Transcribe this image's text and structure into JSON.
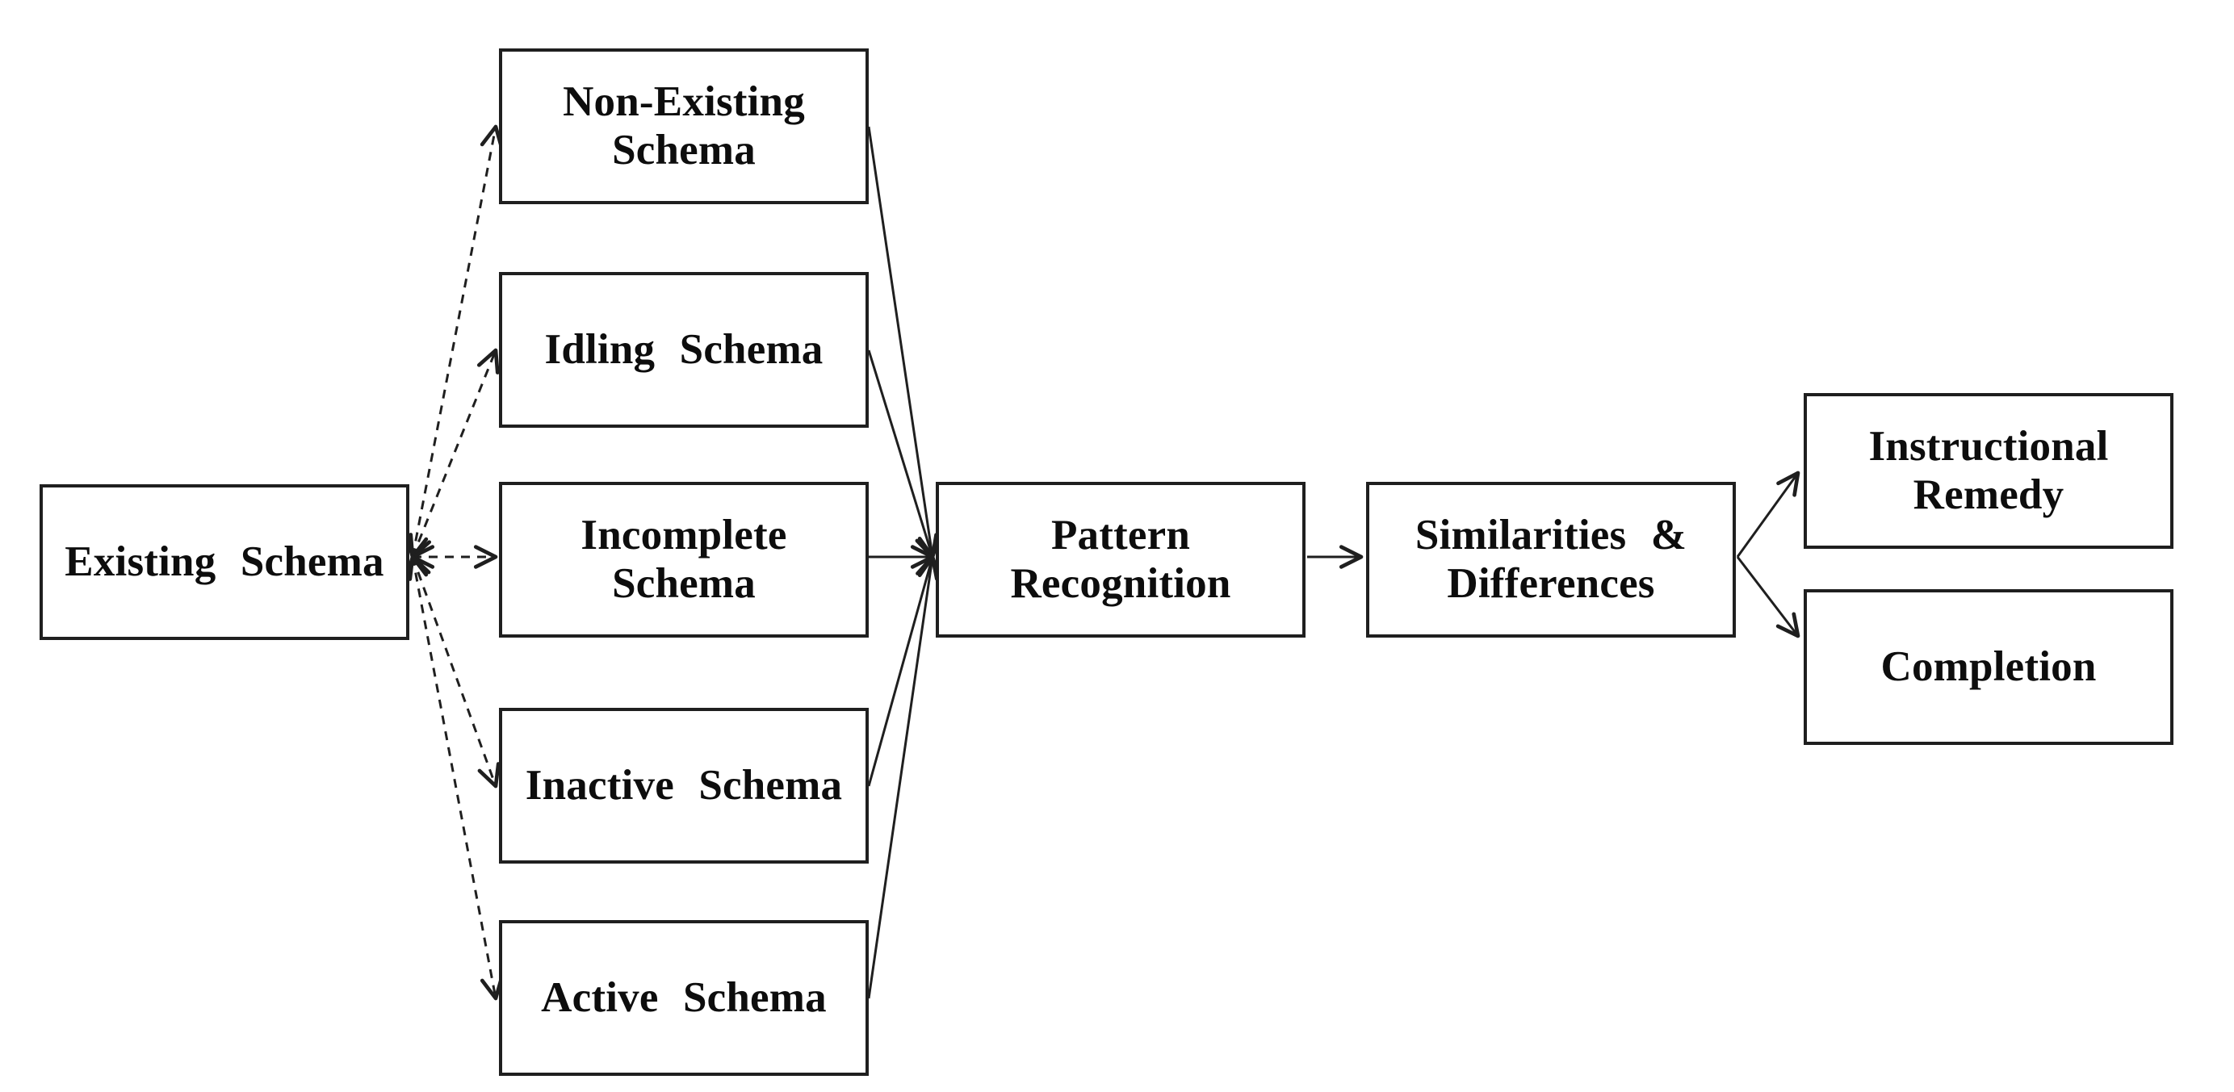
{
  "diagram": {
    "colors": {
      "background": "#ffffff",
      "stroke": "#1f1f1f",
      "text": "#0d0d0d"
    },
    "nodes": [
      {
        "id": "existing-schema",
        "label": "Existing Schema"
      },
      {
        "id": "non-existing-schema",
        "label": "Non-Existing\nSchema"
      },
      {
        "id": "idling-schema",
        "label": "Idling Schema"
      },
      {
        "id": "incomplete-schema",
        "label": "Incomplete\nSchema"
      },
      {
        "id": "inactive-schema",
        "label": "Inactive Schema"
      },
      {
        "id": "active-schema",
        "label": "Active Schema"
      },
      {
        "id": "pattern-recognition",
        "label": "Pattern\nRecognition"
      },
      {
        "id": "similarities-differences",
        "label": "Similarities &\nDifferences"
      },
      {
        "id": "instructional-remedy",
        "label": "Instructional\nRemedy"
      },
      {
        "id": "completion",
        "label": "Completion"
      }
    ],
    "edges": [
      {
        "from": "existing-schema",
        "to": "non-existing-schema",
        "style": "dashed",
        "arrows": "both"
      },
      {
        "from": "existing-schema",
        "to": "idling-schema",
        "style": "dashed",
        "arrows": "both"
      },
      {
        "from": "existing-schema",
        "to": "incomplete-schema",
        "style": "dashed",
        "arrows": "both"
      },
      {
        "from": "existing-schema",
        "to": "inactive-schema",
        "style": "dashed",
        "arrows": "both"
      },
      {
        "from": "existing-schema",
        "to": "active-schema",
        "style": "dashed",
        "arrows": "both"
      },
      {
        "from": "non-existing-schema",
        "to": "pattern-recognition",
        "style": "solid",
        "arrows": "end"
      },
      {
        "from": "idling-schema",
        "to": "pattern-recognition",
        "style": "solid",
        "arrows": "end"
      },
      {
        "from": "incomplete-schema",
        "to": "pattern-recognition",
        "style": "solid",
        "arrows": "end"
      },
      {
        "from": "inactive-schema",
        "to": "pattern-recognition",
        "style": "solid",
        "arrows": "end"
      },
      {
        "from": "active-schema",
        "to": "pattern-recognition",
        "style": "solid",
        "arrows": "end"
      },
      {
        "from": "pattern-recognition",
        "to": "similarities-differences",
        "style": "solid",
        "arrows": "end"
      },
      {
        "from": "similarities-differences",
        "to": "instructional-remedy",
        "style": "solid",
        "arrows": "end"
      },
      {
        "from": "similarities-differences",
        "to": "completion",
        "style": "solid",
        "arrows": "end"
      }
    ]
  }
}
